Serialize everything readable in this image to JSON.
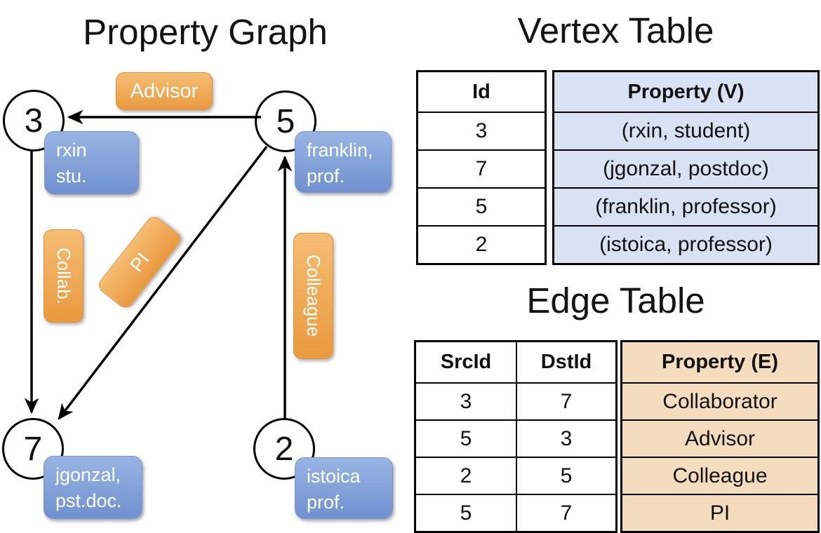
{
  "graph": {
    "title": "Property Graph",
    "nodes": [
      {
        "id": "3",
        "property": [
          "rxin",
          "stu."
        ]
      },
      {
        "id": "5",
        "property": [
          "franklin,",
          "prof."
        ]
      },
      {
        "id": "7",
        "property": [
          "jgonzal,",
          "pst.doc."
        ]
      },
      {
        "id": "2",
        "property": [
          "istoica",
          "prof."
        ]
      }
    ],
    "edges": [
      {
        "label": "Advisor",
        "src": "5",
        "dst": "3"
      },
      {
        "label": "Collab.",
        "src": "3",
        "dst": "7"
      },
      {
        "label": "PI",
        "src": "5",
        "dst": "7"
      },
      {
        "label": "Colleague",
        "src": "2",
        "dst": "5"
      }
    ]
  },
  "vertex_table": {
    "title": "Vertex Table",
    "headers": {
      "id": "Id",
      "property": "Property (V)"
    },
    "rows": [
      {
        "id": "3",
        "property": "(rxin, student)"
      },
      {
        "id": "7",
        "property": "(jgonzal, postdoc)"
      },
      {
        "id": "5",
        "property": "(franklin, professor)"
      },
      {
        "id": "2",
        "property": "(istoica, professor)"
      }
    ]
  },
  "edge_table": {
    "title": "Edge Table",
    "headers": {
      "src": "SrcId",
      "dst": "DstId",
      "property": "Property (E)"
    },
    "rows": [
      {
        "src": "3",
        "dst": "7",
        "property": "Collaborator"
      },
      {
        "src": "5",
        "dst": "3",
        "property": "Advisor"
      },
      {
        "src": "2",
        "dst": "5",
        "property": "Colleague"
      },
      {
        "src": "5",
        "dst": "7",
        "property": "PI"
      }
    ]
  },
  "colors": {
    "orange_top": "#F5BD74",
    "orange_bottom": "#E9993E",
    "orange_border": "#DE9138",
    "blue_top": "#97B4E3",
    "blue_bottom": "#7091CF",
    "blue_border": "#7A95CC",
    "vertex_cell_bg": "#D9E2F3",
    "edge_cell_bg": "#F4DDBE",
    "line_color": "#000000",
    "text_dark": "#111111",
    "label_text": "#FFFFFF"
  }
}
